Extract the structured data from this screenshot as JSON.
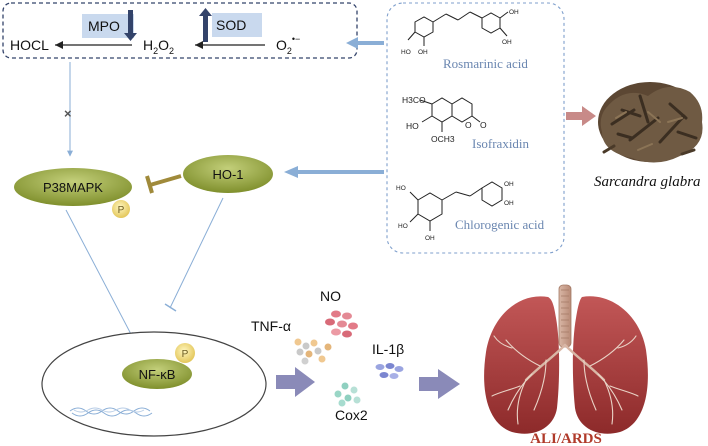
{
  "top_pathway": {
    "hocl": "HOCL",
    "mpo": "MPO",
    "h2o2_base": "H",
    "h2o2_sub1": "2",
    "h2o2_mid": "O",
    "h2o2_sub2": "2",
    "sod": "SOD",
    "superoxide_base": "O",
    "superoxide_sub": "2",
    "superoxide_sup": "•−"
  },
  "compounds": {
    "rosmarinic_acid": "Rosmarinic acid",
    "isofraxidin": "Isofraxidin",
    "chlorogenic_acid": "Chlorogenic acid",
    "atoms": {
      "h3co": "H3CO",
      "ho": "HO",
      "och3": "OCH3",
      "o": "O",
      "oh": "OH",
      "ho_left": "HO",
      "o_ring": "O"
    }
  },
  "plant": {
    "name": "Sarcandra glabra"
  },
  "nodes": {
    "p38": "P38MAPK",
    "ho1": "HO-1",
    "nfkb": "NF-κB",
    "phospho": "P"
  },
  "blocked_marker": "×",
  "cytokines": {
    "no": "NO",
    "tnf": "TNF-α",
    "il1b": "IL-1β",
    "cox2": "Cox2"
  },
  "outcome": {
    "label": "ALI/ARDS"
  },
  "colors": {
    "node_green": "#8a9a3a",
    "arrow_blue": "#8aaed6",
    "inhibit_gold": "#a08a3a",
    "lung_red": "#a83a3a",
    "label_blue": "#6a86b0",
    "outcome_red": "#b03a2a",
    "arrow_purple": "#8a8ab8"
  }
}
